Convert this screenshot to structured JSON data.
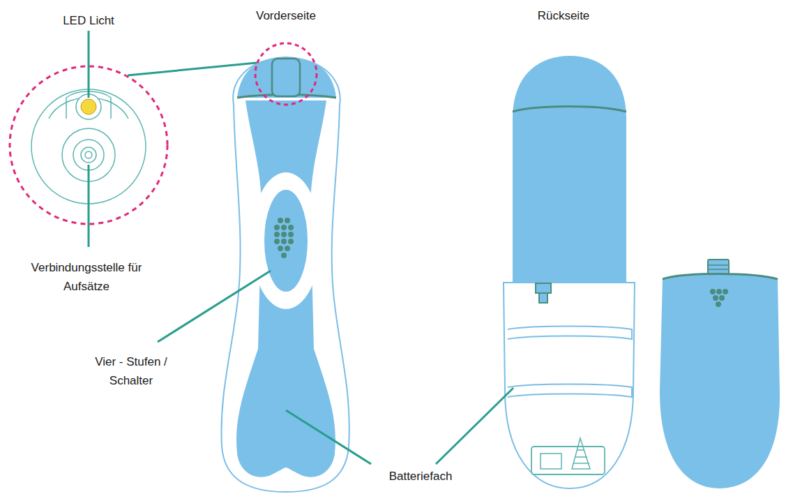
{
  "diagram": {
    "labels": [
      "LED Licht",
      "Vorderseite",
      "Rückseite",
      "Verbindungsstelle für Aufsätze",
      "Vier - Stufen / Schalter",
      "Batteriefach"
    ]
  }
}
